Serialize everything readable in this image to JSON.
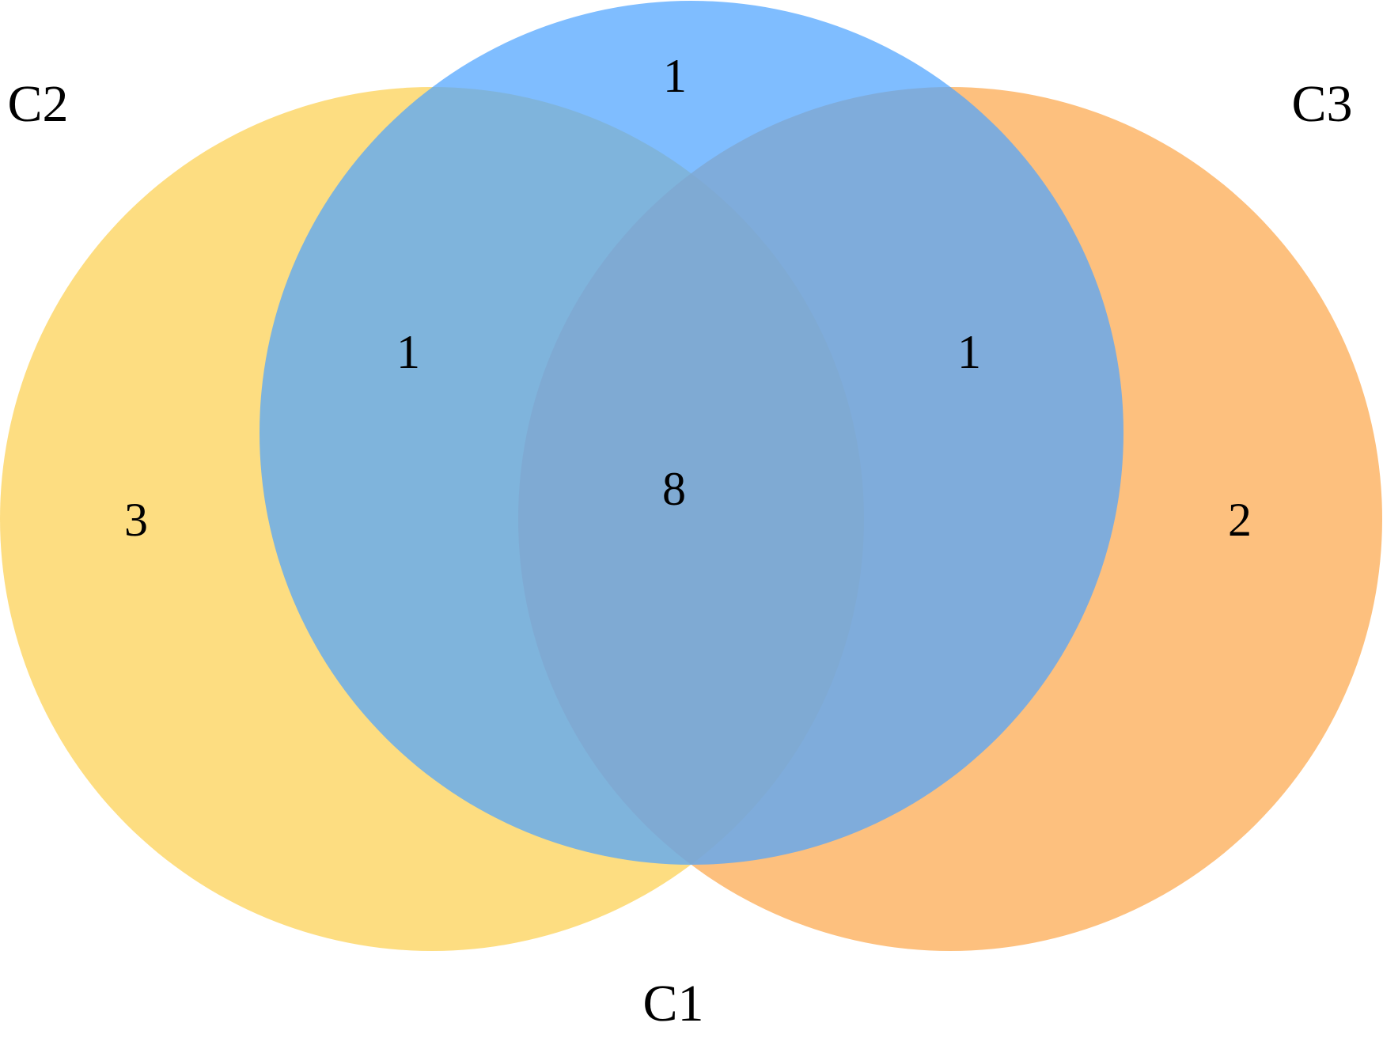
{
  "venn": {
    "sets": [
      {
        "id": "c1",
        "label": "C1",
        "color": "#4da3ff",
        "opacity": 0.72
      },
      {
        "id": "c2",
        "label": "C2",
        "color": "#fdd35e",
        "opacity": 0.78
      },
      {
        "id": "c3",
        "label": "C3",
        "color": "#fdae5a",
        "opacity": 0.78
      }
    ],
    "regions": [
      {
        "id": "only-c1",
        "sets": [
          "C1"
        ],
        "count": "1"
      },
      {
        "id": "only-c2",
        "sets": [
          "C2"
        ],
        "count": "3"
      },
      {
        "id": "only-c3",
        "sets": [
          "C3"
        ],
        "count": "2"
      },
      {
        "id": "c1-c2",
        "sets": [
          "C1",
          "C2"
        ],
        "count": "1"
      },
      {
        "id": "c1-c3",
        "sets": [
          "C1",
          "C3"
        ],
        "count": "1"
      },
      {
        "id": "c1-c2-c3",
        "sets": [
          "C1",
          "C2",
          "C3"
        ],
        "count": "8"
      }
    ]
  }
}
